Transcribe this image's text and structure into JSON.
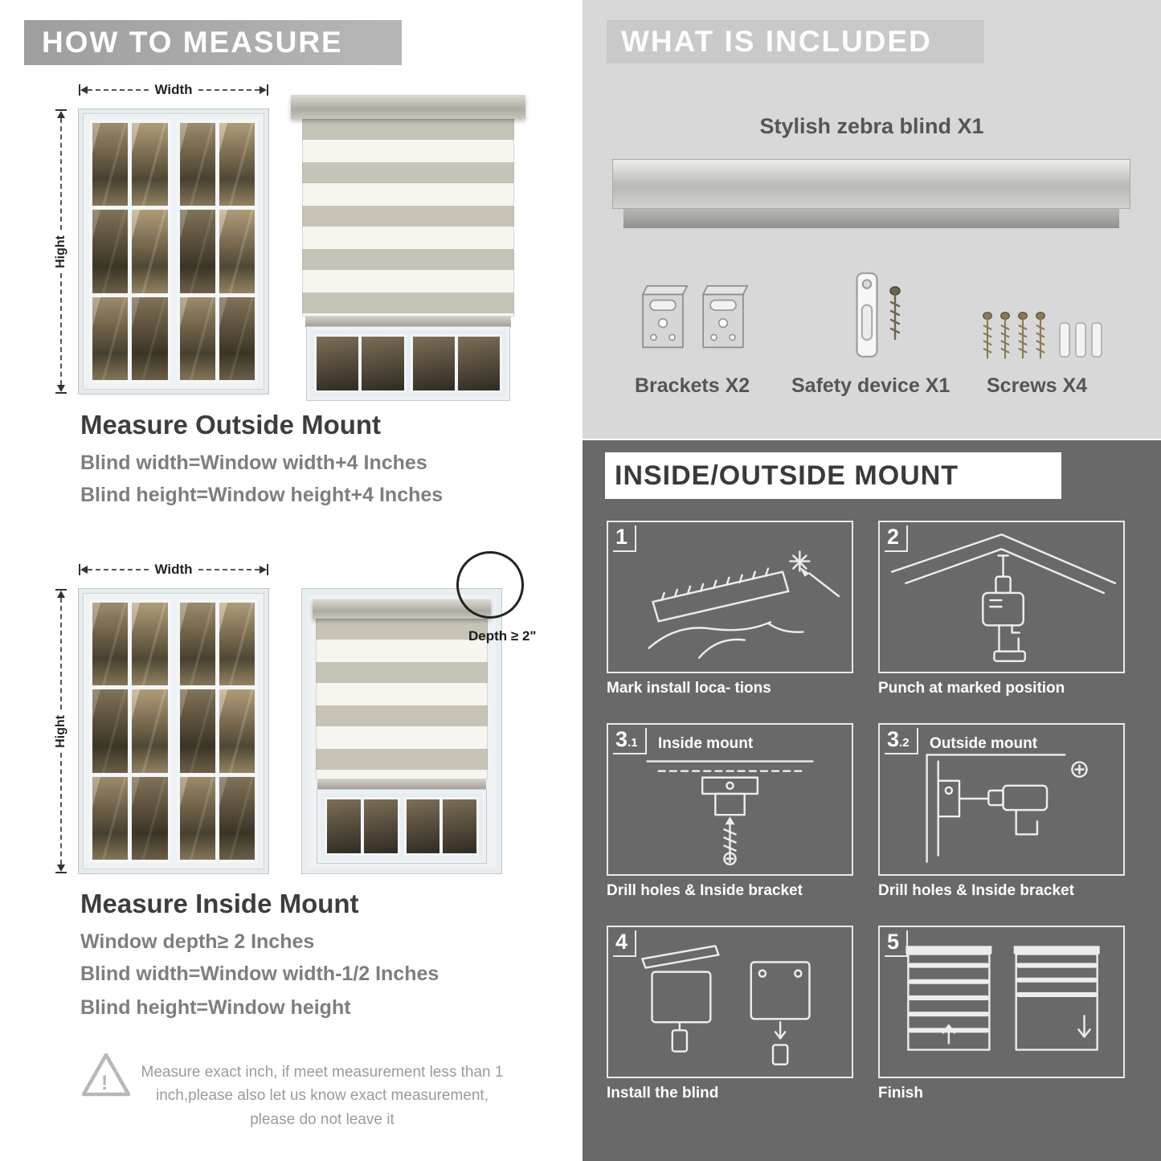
{
  "left": {
    "header": "HOW TO MEASURE",
    "labels": {
      "width": "Width",
      "height": "Hight"
    },
    "outside_mount": {
      "title": "Measure Outside Mount",
      "line1": "Blind width=Window width+4 Inches",
      "line2": "Blind height=Window height+4 Inches"
    },
    "inside_mount": {
      "title": "Measure Inside Mount",
      "depth_callout": "Depth ≥ 2\"",
      "line1": "Window depth≥ 2 Inches",
      "line2": "Blind width=Window width-1/2 Inches",
      "line3": "Blind height=Window height"
    },
    "warning": {
      "icon": "!",
      "text": "Measure exact inch, if meet measurement less than 1 inch,please also let us know exact measurement, please do not leave it"
    }
  },
  "right": {
    "included": {
      "header": "WHAT IS INCLUDED",
      "blind_label": "Stylish zebra blind X1",
      "items": [
        {
          "icon": "bracket-icon",
          "label": "Brackets X2"
        },
        {
          "icon": "safety-device-icon",
          "label": "Safety device X1"
        },
        {
          "icon": "screw-icon",
          "label": "Screws X4"
        }
      ]
    },
    "mount_steps": {
      "header": "INSIDE/OUTSIDE MOUNT",
      "steps": [
        {
          "num": "1",
          "sub": "",
          "title": "",
          "caption": "Mark install loca- tions"
        },
        {
          "num": "2",
          "sub": "",
          "title": "",
          "caption": "Punch at  marked position"
        },
        {
          "num": "3",
          "sub": ".1",
          "title": "Inside mount",
          "caption": "Drill holes &  Inside bracket"
        },
        {
          "num": "3",
          "sub": ".2",
          "title": "Outside mount",
          "caption": "Drill holes &  Inside bracket"
        },
        {
          "num": "4",
          "sub": "",
          "title": "",
          "caption": "Install the blind"
        },
        {
          "num": "5",
          "sub": "",
          "title": "",
          "caption": "Finish"
        }
      ]
    }
  },
  "colors": {
    "banner_gray": "#a9a9a9",
    "panel_light_gray": "#d8d8d8",
    "panel_dark_gray": "#696969",
    "text_dark": "#3c3c3c",
    "text_gray": "#7e7e7e"
  }
}
